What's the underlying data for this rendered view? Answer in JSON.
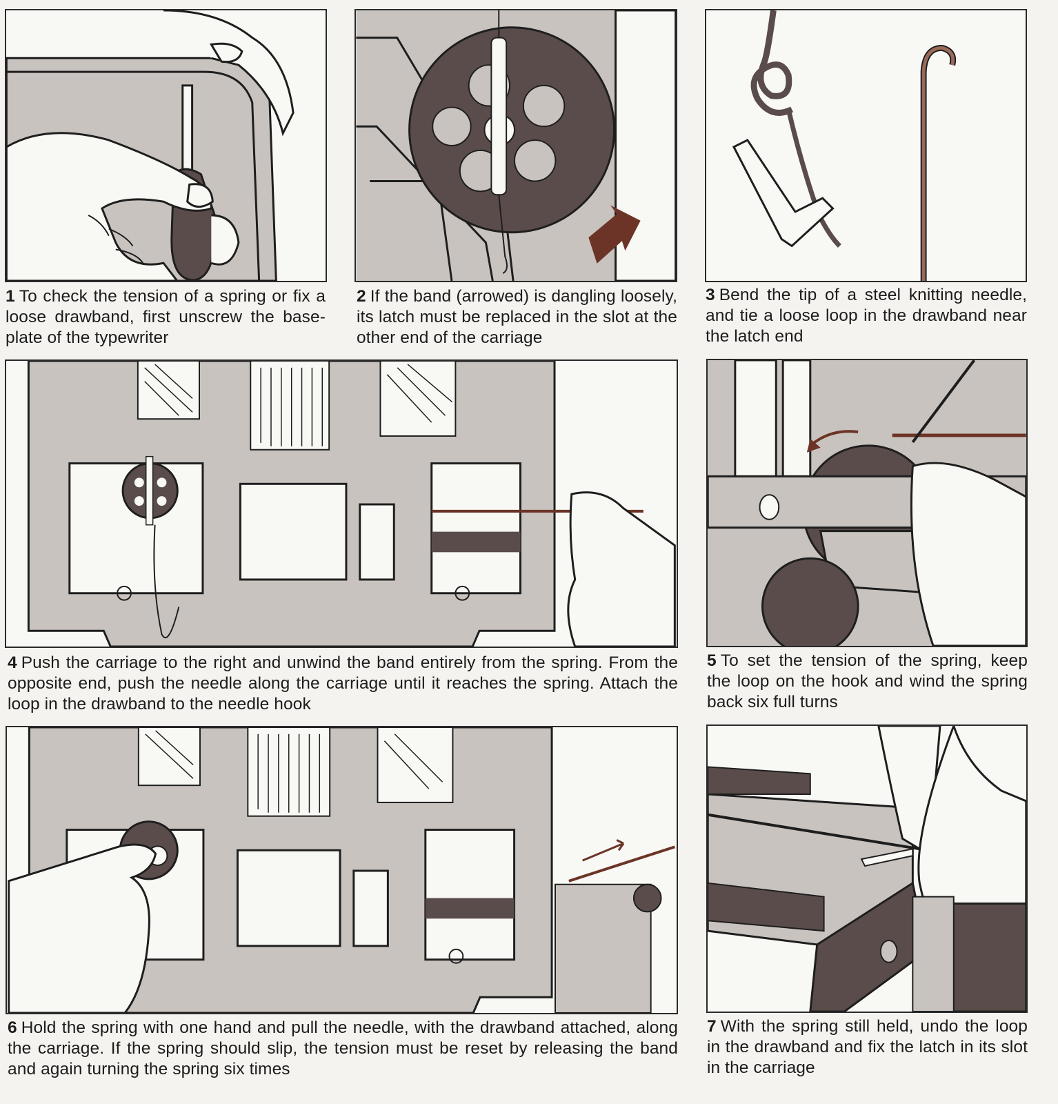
{
  "steps": [
    {
      "num": "1",
      "text": "To check the tension of a spring or fix a loose drawband, first unscrew the base-plate of the typewriter",
      "image": "hand-unscrewing-base-plate"
    },
    {
      "num": "2",
      "text": "If the band (arrowed) is dangling loosely, its latch must be replaced in the slot at the other end of the carriage",
      "image": "spring-drum-with-loose-band"
    },
    {
      "num": "3",
      "text": "Bend the tip of a steel knitting needle, and tie a loose loop in the drawband near the latch end",
      "image": "knitting-needle-and-drawband-loop"
    },
    {
      "num": "4",
      "text": "Push the carriage to the right and unwind the band entirely from the spring. From the opposite end, push the needle along the carriage until it reaches the spring. Attach the loop in the drawband to the needle hook",
      "image": "typewriter-underside-needle-inserted"
    },
    {
      "num": "5",
      "text": "To set the tension of the spring, keep the loop on the hook and wind the spring back six full turns",
      "image": "winding-spring-back"
    },
    {
      "num": "6",
      "text": "Hold the spring with one hand and pull the needle, with the drawband attached, along the carriage. If the spring should slip, the tension must be reset by releasing the band and again turning the spring six times",
      "image": "holding-spring-pulling-needle"
    },
    {
      "num": "7",
      "text": "With the spring still held, undo the loop in the drawband and fix the latch in its slot in the carriage",
      "image": "fixing-latch-in-carriage-slot"
    }
  ],
  "colors": {
    "line": "#1e1e1e",
    "plate": "#c9c3bf",
    "drum": "#5a4c4a",
    "arrow": "#6b3426",
    "needle": "#9a6a58",
    "paper": "#f8f8f5"
  }
}
